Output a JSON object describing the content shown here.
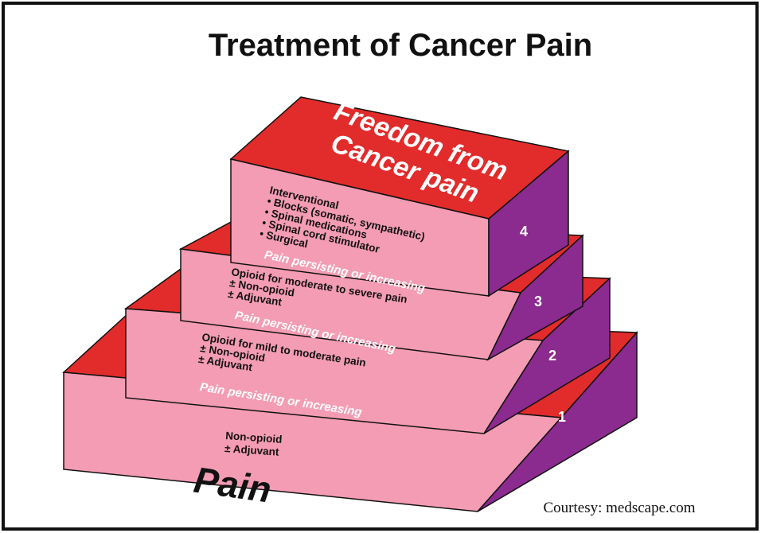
{
  "title": "Treatment of Cancer Pain",
  "colors": {
    "top_face": "#e22b2b",
    "front_face": "#f49cb4",
    "side_face": "#8b2a8f",
    "outline": "#111111"
  },
  "steps": [
    {
      "number": "1",
      "lines": [
        "Non-opioid",
        "± Adjuvant"
      ]
    },
    {
      "number": "2",
      "lines": [
        "Opioid for mild to moderate pain",
        "± Non-opioid",
        "± Adjuvant"
      ]
    },
    {
      "number": "3",
      "lines": [
        "Opioid for moderate to severe pain",
        "± Non-opioid",
        "± Adjuvant"
      ]
    },
    {
      "number": "4",
      "lines": [
        "Interventional",
        "• Blocks (somatic, sympathetic)",
        "• Spinal medications",
        "• Spinal cord stimulator",
        "• Surgical"
      ]
    }
  ],
  "band_label": "Pain persisting or increasing",
  "goal": [
    "Freedom from",
    "Cancer pain"
  ],
  "base_label": "Pain",
  "credit": "Courtesy: medscape.com"
}
